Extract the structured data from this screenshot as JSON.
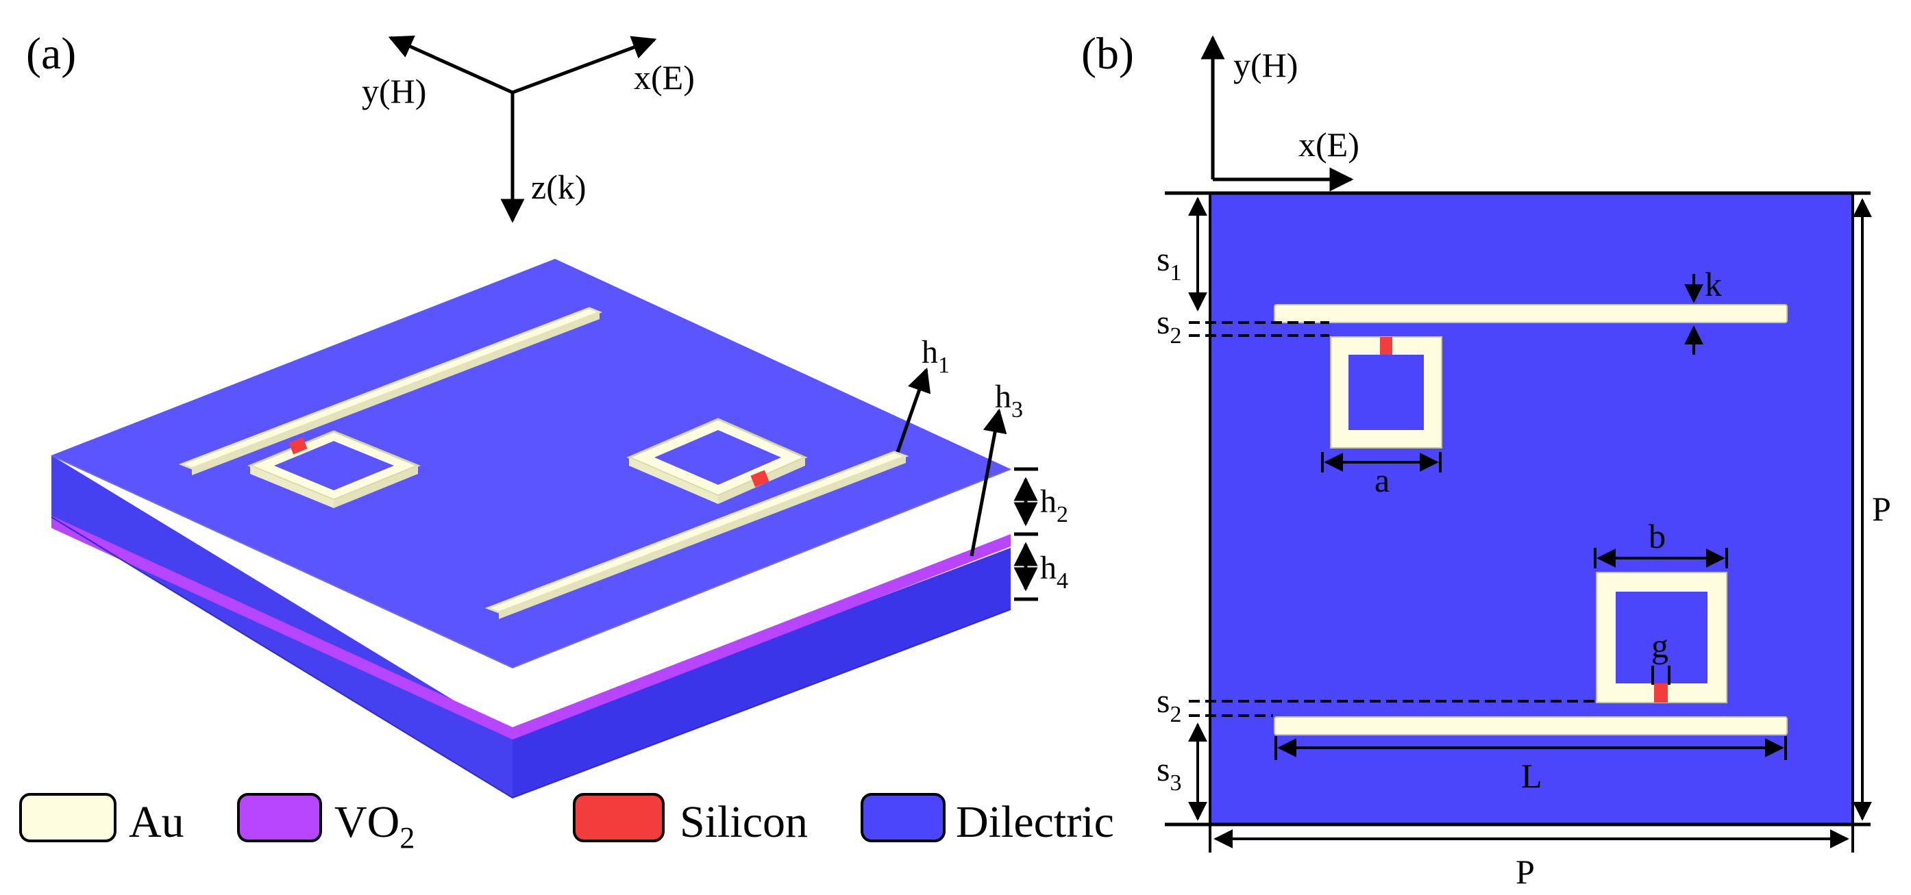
{
  "panel_a": {
    "label": "(a)",
    "axes": {
      "y": "y(H)",
      "x": "x(E)",
      "z": "z(k)"
    },
    "dims": {
      "h1": "h",
      "h1_sub": "1",
      "h2": "h",
      "h2_sub": "2",
      "h3": "h",
      "h3_sub": "3",
      "h4": "h",
      "h4_sub": "4"
    }
  },
  "panel_b": {
    "label": "(b)",
    "axes": {
      "y": "y(H)",
      "x": "x(E)"
    },
    "dims": {
      "s1": "s",
      "s1_sub": "1",
      "s2_top": "s",
      "s2_top_sub": "2",
      "s2_bottom": "s",
      "s2_bottom_sub": "2",
      "s3": "s",
      "s3_sub": "3",
      "k": "k",
      "a": "a",
      "b": "b",
      "g": "g",
      "L": "L",
      "P_right": "P",
      "P_bottom": "P"
    }
  },
  "legend": [
    {
      "label": "Au",
      "color": "#FFFDE0"
    },
    {
      "label": "VO",
      "sub": "2",
      "color": "#B845FF"
    },
    {
      "label": "Silicon",
      "color": "#F33C3C"
    },
    {
      "label": "Dilectric",
      "color": "#4B45FB"
    }
  ],
  "colors": {
    "dielectric_top": "#5B55FF",
    "dielectric_side_left": "#4641F0",
    "dielectric_side_right": "#3A35E8",
    "gold": "#FFFDE0",
    "gold_side": "#E4E2B8",
    "vo2": "#B845FF",
    "silicon": "#F33C3C",
    "panel_b_bg": "#4B45FB"
  }
}
